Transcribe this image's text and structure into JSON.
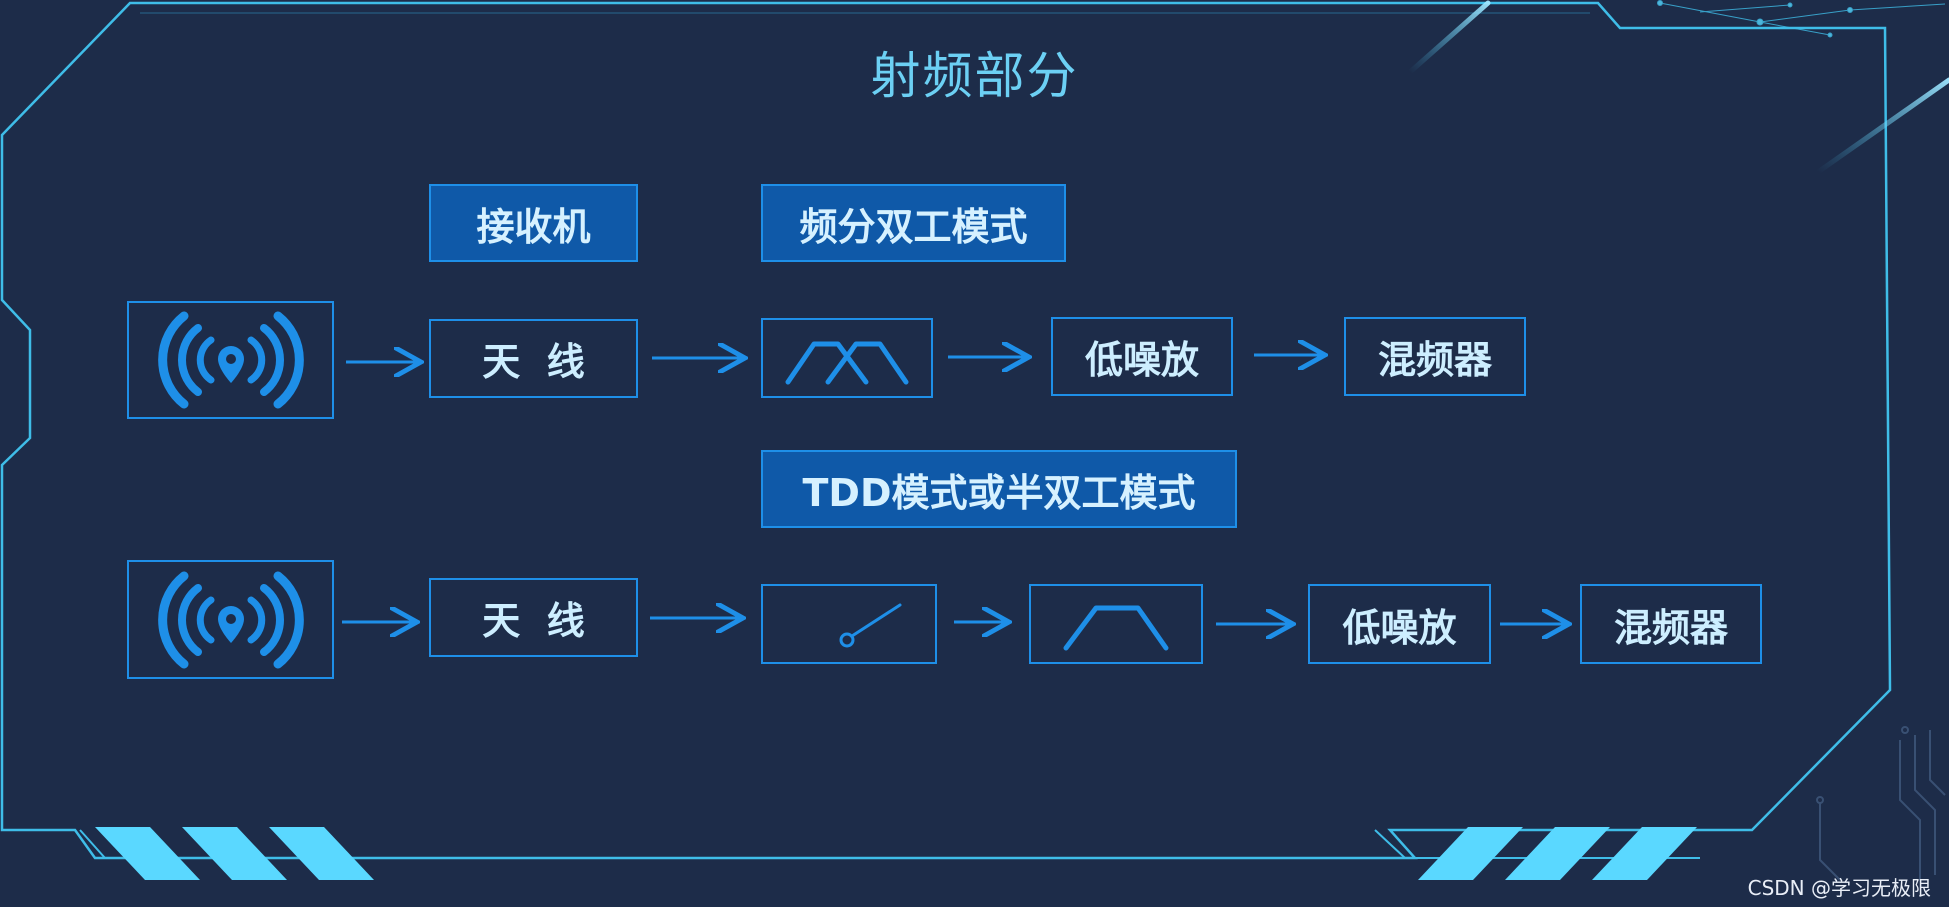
{
  "title": "射频部分",
  "watermark": "CSDN @学习无极限",
  "colors": {
    "background": "#1d2c49",
    "frame": "#3fbde8",
    "box_border": "#1e8fe8",
    "label_fill": "#0f59a8",
    "title": "#6cd0f4",
    "stripe": "#5ad8ff"
  },
  "row1": {
    "labels": {
      "receiver": "接收机",
      "mode": "频分双工模式"
    },
    "signal_icon": "wireless-signal-icon",
    "antenna": "天  线",
    "filter_icon": "duplexer-filter-icon",
    "lna": "低噪放",
    "mixer": "混频器"
  },
  "row2": {
    "label": "TDD模式或半双工模式",
    "signal_icon": "wireless-signal-icon",
    "antenna": "天  线",
    "switch_icon": "rf-switch-icon",
    "filter_icon": "bandpass-filter-icon",
    "lna": "低噪放",
    "mixer": "混频器"
  }
}
